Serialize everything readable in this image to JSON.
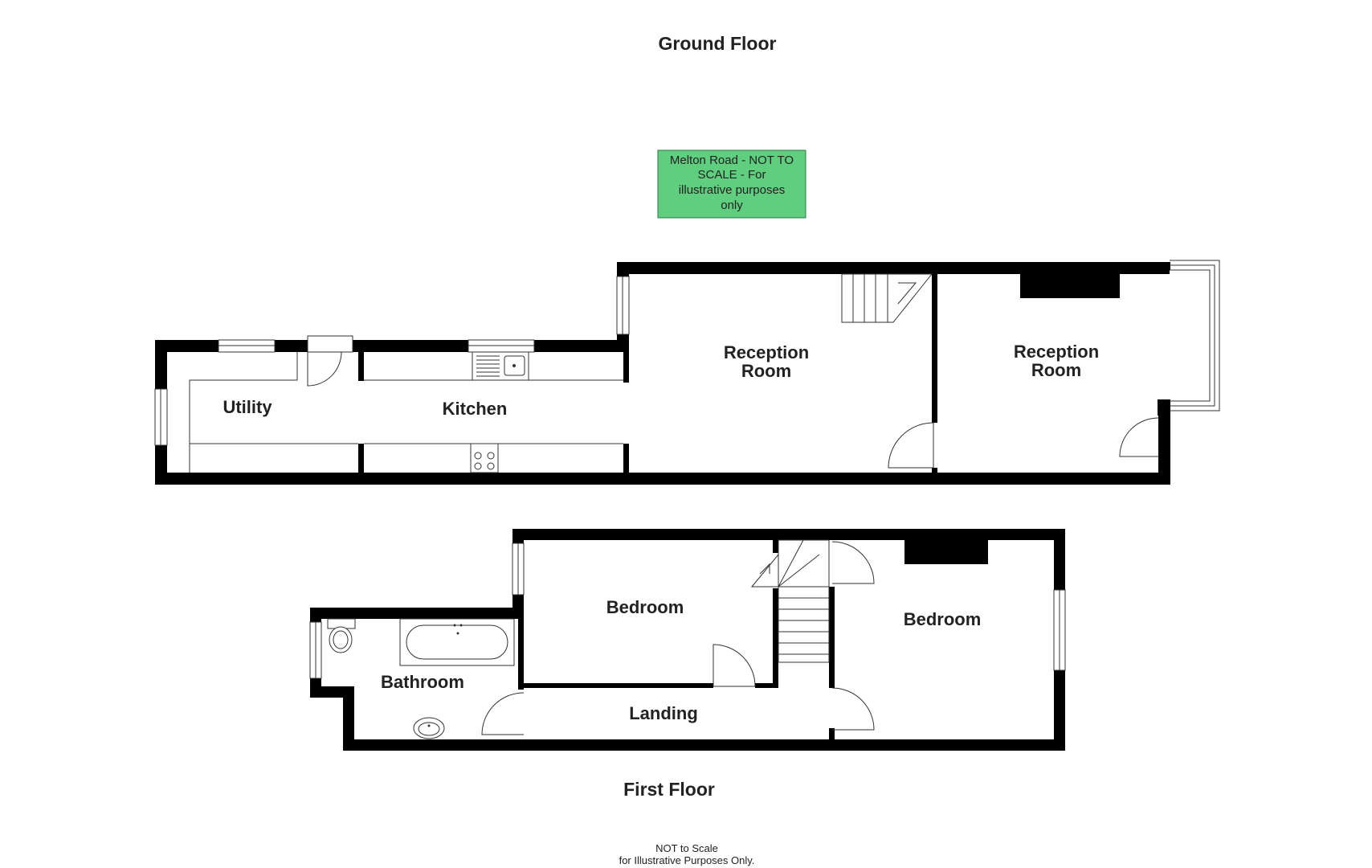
{
  "floors": {
    "ground": {
      "title": "Ground Floor",
      "rooms": {
        "utility": "Utility",
        "kitchen": "Kitchen",
        "reception_1_line1": "Reception",
        "reception_1_line2": "Room",
        "reception_2_line1": "Reception",
        "reception_2_line2": "Room"
      }
    },
    "first": {
      "title": "First Floor",
      "rooms": {
        "bedroom_1": "Bedroom",
        "bedroom_2": "Bedroom",
        "bathroom": "Bathroom",
        "landing": "Landing"
      }
    }
  },
  "note": {
    "line1": "Melton Road - NOT TO",
    "line2": "SCALE - For",
    "line3": "illustrative purposes",
    "line4": "only",
    "background_color": "#5fce7e"
  },
  "footer": {
    "line1": "NOT to Scale",
    "line2": "for Illustrative Purposes Only."
  },
  "colors": {
    "wall": "#000000",
    "background": "#ffffff"
  }
}
